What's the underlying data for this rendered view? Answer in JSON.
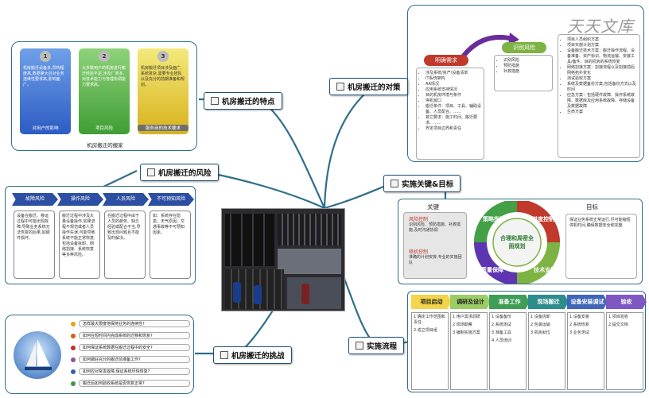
{
  "watermark": "天天文库",
  "center_photo_label": "",
  "topics": {
    "features": "机房搬迁的特点",
    "countermeasures": "机房搬迁的对策",
    "risks": "机房搬迁的风险",
    "key_goals": "实施关键&目标",
    "challenges": "机房搬迁的挑战",
    "process": "实施流程"
  },
  "features_panel": {
    "caption": "机房搬迁的搬家",
    "columns": [
      {
        "num": "1",
        "text": "机房搬迁设备多,异构程度高,数据量大且对业务连续性要求高,影响面广。",
        "tag": "对用户的影响"
      },
      {
        "num": "2",
        "text": "大多数用户的机房进行搬迁经验不足,涉及厂商多,对技术能力与管理协调能力要求高。",
        "tag": "项目风险"
      },
      {
        "num": "3",
        "text": "机房搬迁项目涉及面广,系统复杂,需要专业团队以及充分的前期准备和规划。",
        "tag": "服务商的技术要求"
      }
    ]
  },
  "countermeasures_panel": {
    "header_left": "明确需求",
    "header_right": "识别风险",
    "left_items": [
      "涉及系统/资产/设备清单",
      "IT系统架构",
      "AA情况",
      "应用系统支持情况",
      "目的机房环境与条件",
      "停机窗口",
      "搬迁条件：项目、工具、辅助设备、人员配合、……",
      "其它要求：施工时间、搬迁要求、……",
      "界定项目边界和责任"
    ],
    "mid_items": [
      "识别风险",
      "预防措施",
      "补救措施"
    ],
    "right_items": [
      "项目人员组织方案",
      "项目实施计划方案",
      "设备搬迁技术方案：搬迁操作流程、设备准备、资产标识、物流运输、安装工具/备件、目的机房的系统恢复",
      "网络割接方案：割接流程以及割接前后网络拓扑变化",
      "测试验收方案",
      "系统及数据备份方案,包括备份方式以及时间",
      "应急方案：包括硬件故障、操作系统故障、数据库及应用系统故障、存储设备及数据故障",
      "生命方案"
    ]
  },
  "risks_panel": {
    "items": [
      {
        "tag": "故障风险",
        "text": "设备在搬迁、移运过程中可能出现故障,导致业务系统无法恢复的后果,如硬件损坏。"
      },
      {
        "tag": "操作风险",
        "text": "搬迁过程中涉及大量设备操作,如果流程不规范或者人员操作失误,可能导致系统不能正常恢复,包括设备拆卸、网络割接、系统恢复等多种风险。"
      },
      {
        "tag": "人员风险",
        "text": "在搬迁过程中由于人员的疲劳、缺乏经验或配合不当,导致出现问题且不能及时解决。"
      },
      {
        "tag": "不可预知风险",
        "text": "如：系统存在隐患、天气原因、交通事故等不可预知因素。"
      }
    ]
  },
  "key_goals_panel": {
    "left_title": "关键",
    "left_blocks": [
      {
        "title": "风险控制",
        "text": "识别风险、预防措施、补救措施,及时沟通协调"
      },
      {
        "title": "移机控制",
        "text": "准确的计划安排,专业的实施团队"
      }
    ],
    "circle_center": "合理和周密全面规划",
    "circle_labels": [
      "策略指导",
      "进度控制",
      "技术支持",
      "质量保障"
    ],
    "right_title": "目标",
    "right_text": "保证业务系统正常运行,尽可能缩短停机时间,确保数据安全和完整"
  },
  "challenges_panel": {
    "items": [
      "怎样最大限度地保持业务的连续性?",
      "如何在短时间内完成系统的迁移和恢复?",
      "如何保证系统数据在搬迁过程中的安全?",
      "如何做好充分的搬迁前准备工作?",
      "如何应对突发故障,保证系统尽快恢复?",
      "搬迁后如何验收系统是否恢复正常?"
    ],
    "dot_colors": [
      "#e8a020",
      "#d06010",
      "#c03030",
      "#9050a0",
      "#3060b0",
      "#3a9a40"
    ]
  },
  "process_panel": {
    "headers": [
      {
        "label": "项目启动",
        "color": "#f2d54a",
        "text_color": "#222222"
      },
      {
        "label": "调研及设计",
        "color": "#9ccc65",
        "text_color": "#222222"
      },
      {
        "label": "准备工作",
        "color": "#3e9e56",
        "text_color": "#ffffff"
      },
      {
        "label": "现场搬迁",
        "color": "#2f8c8c",
        "text_color": "#ffffff"
      },
      {
        "label": "设备安装调试",
        "color": "#3f66b8",
        "text_color": "#ffffff"
      },
      {
        "label": "验收",
        "color": "#7e57c2",
        "text_color": "#ffffff"
      }
    ],
    "columns": [
      [
        "1 确定工作范围和责任",
        "2 成立项目组"
      ],
      [
        "1 用户需求调研",
        "2 现场勘察",
        "3 编制实施方案"
      ],
      [
        "1 设备备份",
        "2 系统测试",
        "3 准备工具",
        "4 人员培训"
      ],
      [
        "1 设备拆卸",
        "2 包装运输",
        "3 机房就位"
      ],
      [
        "1 设备安装",
        "2 系统恢复",
        "3 业务测试"
      ],
      [
        "1 项目验收",
        "2 提交文档"
      ]
    ]
  }
}
